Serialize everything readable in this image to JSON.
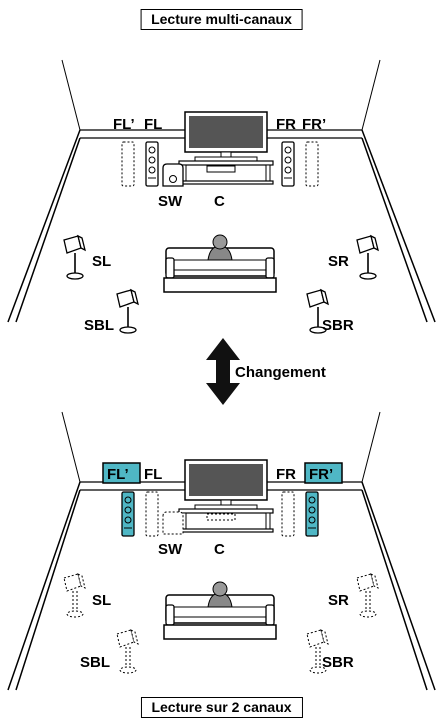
{
  "titles": {
    "top": "Lecture multi-canaux",
    "bottom": "Lecture sur 2 canaux"
  },
  "arrow_label": "Changement",
  "speakers": {
    "fl_height": "FL’",
    "fl": "FL",
    "fr": "FR",
    "fr_height": "FR’",
    "sw": "SW",
    "c": "C",
    "sl": "SL",
    "sr": "SR",
    "sbl": "SBL",
    "sbr": "SBR"
  },
  "colors": {
    "highlight": "#4fb7c5",
    "line": "#000000"
  },
  "icons": [
    "tv-icon",
    "av-receiver-icon",
    "subwoofer-icon",
    "tower-speaker-icon",
    "satellite-speaker-icon",
    "sofa-icon",
    "listener-icon",
    "double-arrow-icon"
  ]
}
